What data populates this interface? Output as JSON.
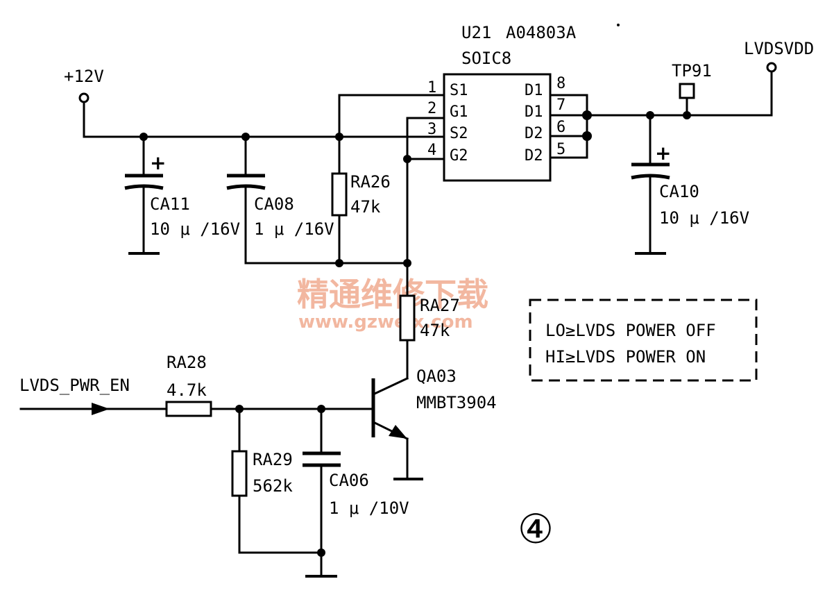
{
  "ic": {
    "ref": "U21",
    "part": "A04803A",
    "package": "SOIC8",
    "left_pins": [
      {
        "num": "1",
        "name": "S1"
      },
      {
        "num": "2",
        "name": "G1"
      },
      {
        "num": "3",
        "name": "S2"
      },
      {
        "num": "4",
        "name": "G2"
      }
    ],
    "right_pins": [
      {
        "num": "8",
        "name": "D1"
      },
      {
        "num": "7",
        "name": "D1"
      },
      {
        "num": "6",
        "name": "D2"
      },
      {
        "num": "5",
        "name": "D2"
      }
    ]
  },
  "nets": {
    "supply": "+12V",
    "output": "LVDSVDD",
    "enable": "LVDS_PWR_EN",
    "testpoint": "TP91"
  },
  "components": {
    "ca11": {
      "ref": "CA11",
      "value": "10 μ /16V"
    },
    "ca08": {
      "ref": "CA08",
      "value": "1 μ /16V"
    },
    "ra26": {
      "ref": "RA26",
      "value": "47k"
    },
    "ca10": {
      "ref": "CA10",
      "value": "10 μ /16V"
    },
    "ra27": {
      "ref": "RA27",
      "value": "47k"
    },
    "ra28": {
      "ref": "RA28",
      "value": "4.7k"
    },
    "ra29": {
      "ref": "RA29",
      "value": "562k"
    },
    "ca06": {
      "ref": "CA06",
      "value": "1 μ /10V"
    },
    "qa03": {
      "ref": "QA03",
      "value": "MMBT3904"
    }
  },
  "note": {
    "line1": "LO≥LVDS POWER OFF",
    "line2": "HI≥LVDS POWER ON"
  },
  "figure_number": "④",
  "watermark": {
    "title": "精通维修下载",
    "url": "www.gzweix.com"
  }
}
